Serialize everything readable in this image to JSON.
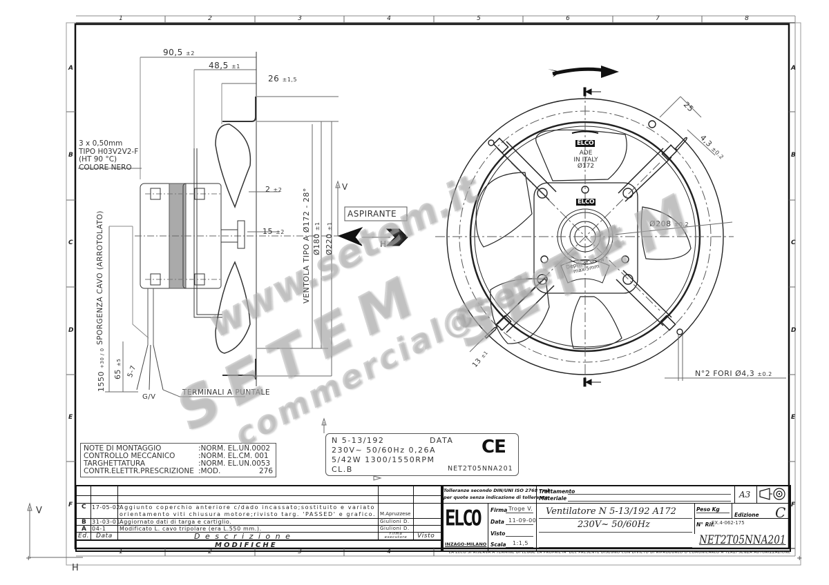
{
  "sheet": {
    "columns": [
      "1",
      "2",
      "3",
      "4",
      "5",
      "6",
      "7",
      "8"
    ],
    "rows": [
      "A",
      "B",
      "C",
      "D",
      "E",
      "F"
    ],
    "format": "A3",
    "axis_labels": {
      "vertical": "V",
      "horizontal": "H"
    }
  },
  "side_view": {
    "dims": {
      "overall_depth": "90,5",
      "overall_depth_tol": "±2",
      "motor_depth": "48,5",
      "motor_depth_tol": "±1",
      "flange_depth": "26",
      "flange_depth_tol": "±1,5",
      "gap": "2",
      "gap_tol": "±2",
      "hub_offset": "15",
      "hub_offset_tol": "±2",
      "fan_type": "VENTOLA TIPO A Ø172 - 28°",
      "dia_180": "Ø180",
      "dia_180_tol": "±1",
      "dia_220": "Ø220",
      "dia_220_tol": "±1",
      "cable_length": "1550",
      "cable_length_tol": "+30 / 0",
      "cable_label": "SPORGENZA CAVO (ARROTOLATO)",
      "strip_length": "65",
      "strip_length_tol": "±5",
      "terminal_length": "5-7"
    },
    "cable_spec": [
      "3 x 0,50mm",
      "TIPO H03V2V2-F",
      "(HT 90 °C)",
      "COLORE NERO"
    ],
    "terminals_label": "TERMINALI A PUNTALE",
    "ground_label": "G/V",
    "airflow_label": "ASPIRANTE"
  },
  "front_view": {
    "fan_label": [
      "ADE",
      "IN ITALY",
      "Ø172"
    ],
    "brand_mark": "ELCO",
    "bolt_circle": "Ø208",
    "bolt_circle_tol": "±0.2",
    "slot_offset": "25",
    "slot_width": "4,3",
    "slot_width_tol": "±0.2",
    "rim_width": "13",
    "rim_width_tol": "±1",
    "holes_note": "N°2 FORI Ø4,3",
    "holes_note_tol": "±0.2",
    "screw_note": [
      "Depth of screw",
      "max 5mm"
    ]
  },
  "notes": [
    {
      "label": "NOTE DI MONTAGGIO",
      "value": ":NORM.  EL.UN.0002"
    },
    {
      "label": "CONTROLLO MECCANICO",
      "value": ":NORM.  EL.CM.  001"
    },
    {
      "label": "TARGHETTATURA",
      "value": ":NORM.  EL.UN.0053"
    },
    {
      "label": "CONTR.ELETTR.PRESCRIZIONE",
      "value": ":MOD.",
      "value2": "276"
    }
  ],
  "rating_plate": {
    "line1": "N  5-13/192",
    "data_label": "DATA",
    "line2": "230V~ 50/60Hz   0,26A",
    "line3": "5/42W   1300/1550RPM",
    "line4": "CL.B",
    "mark": "CE",
    "code": "NET2T05NNA201"
  },
  "modifications": {
    "title": "MODIFICHE",
    "headers": {
      "ed": "Ed.",
      "date": "Data",
      "desc": "D e s c r i z i o n e",
      "signer": "Firma esecutore",
      "visa": "Visto"
    },
    "rows": [
      {
        "ed": "C",
        "date": "17-05-02",
        "desc": "Aggiunto coperchio anteriore c/dado incassato;sostituito e variato",
        "signer": ""
      },
      {
        "ed": "",
        "date": "",
        "desc": "orientamento viti chiusura motore;rivisto targ. 'PASSED' e grafico.",
        "signer": "M.Apruzzese"
      },
      {
        "ed": "B",
        "date": "31-03-01",
        "desc": "Aggiornato dati di targa e cartiglio.",
        "signer": "Giulioni D."
      },
      {
        "ed": "A",
        "date": "04-1",
        "desc": "Modificato L. cavo tripolare (era L.550 mm.).",
        "signer": "Giulioni D."
      }
    ]
  },
  "title_block": {
    "tolerance_note_1": "Tolleranze secondo DIN/UNI ISO 2768 - mk",
    "tolerance_note_2": "per quote senza indicazione di tolleranza",
    "treatment_label": "Trattamento",
    "material_label": "Materiale",
    "format": "A3",
    "company": "ELCO",
    "company_location": "INZAGO-MILANO",
    "signature_label": "Firma",
    "signature": "Troge V.",
    "date_label": "Data",
    "date": "11-09-00",
    "visa_label": "Visto",
    "scale_label": "Scala",
    "scale": "1:1,5",
    "title_line1": "Ventilatore N 5-13/192 A172",
    "title_line2": "230V~ 50/60Hz",
    "weight_label": "Peso Kg",
    "ref_label": "N° Rif.",
    "ref": "EX.4-062-175",
    "edition_label": "Edizione",
    "edition": "C",
    "drawing_number": "NET2T05NNA201",
    "copyright": "LA ELCO SI RISERVA A TERMINE DI LEGGE LA PROPRIETA' DEL PRESENTE DISEGNO CON DIVIETO DI RIPRODURLO O COMUNICARLO A TERZI SENZA AUTORIZZAZIONE"
  },
  "watermark": {
    "line1": "www.setem.it",
    "line2": "SETEM",
    "line3": "SETEM",
    "line4": "commercial@setem.it"
  }
}
